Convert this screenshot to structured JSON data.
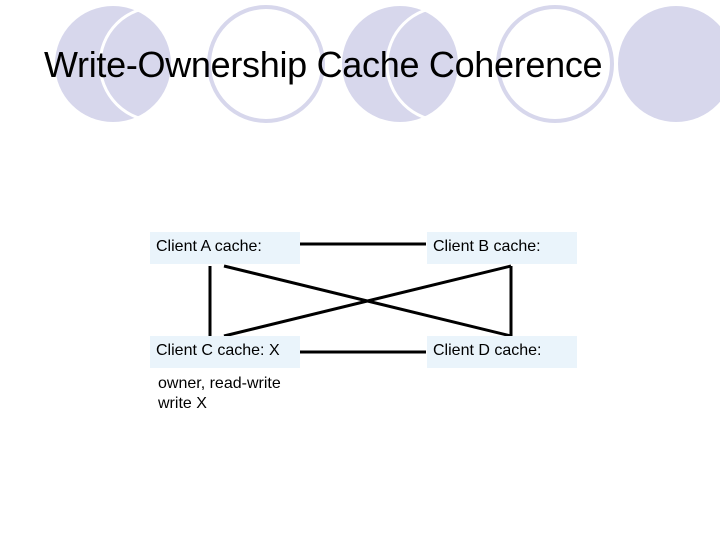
{
  "slide": {
    "title": "Write-Ownership Cache Coherence"
  },
  "diagram": {
    "nodes": [
      {
        "id": "A",
        "label": "Client A cache:"
      },
      {
        "id": "B",
        "label": "Client B cache:"
      },
      {
        "id": "C",
        "label": "Client C cache: X"
      },
      {
        "id": "D",
        "label": "Client D cache:"
      }
    ],
    "edges": [
      [
        "A",
        "B"
      ],
      [
        "A",
        "C"
      ],
      [
        "B",
        "D"
      ],
      [
        "C",
        "D"
      ],
      [
        "A",
        "D"
      ],
      [
        "B",
        "C"
      ]
    ],
    "note": {
      "line1": "owner, read-write",
      "line2": "write X"
    }
  },
  "colors": {
    "circle_fill": "#d7d7ec",
    "circle_ring": "#ffffff",
    "box_fill": "#eaf4fb",
    "line": "#000000"
  }
}
